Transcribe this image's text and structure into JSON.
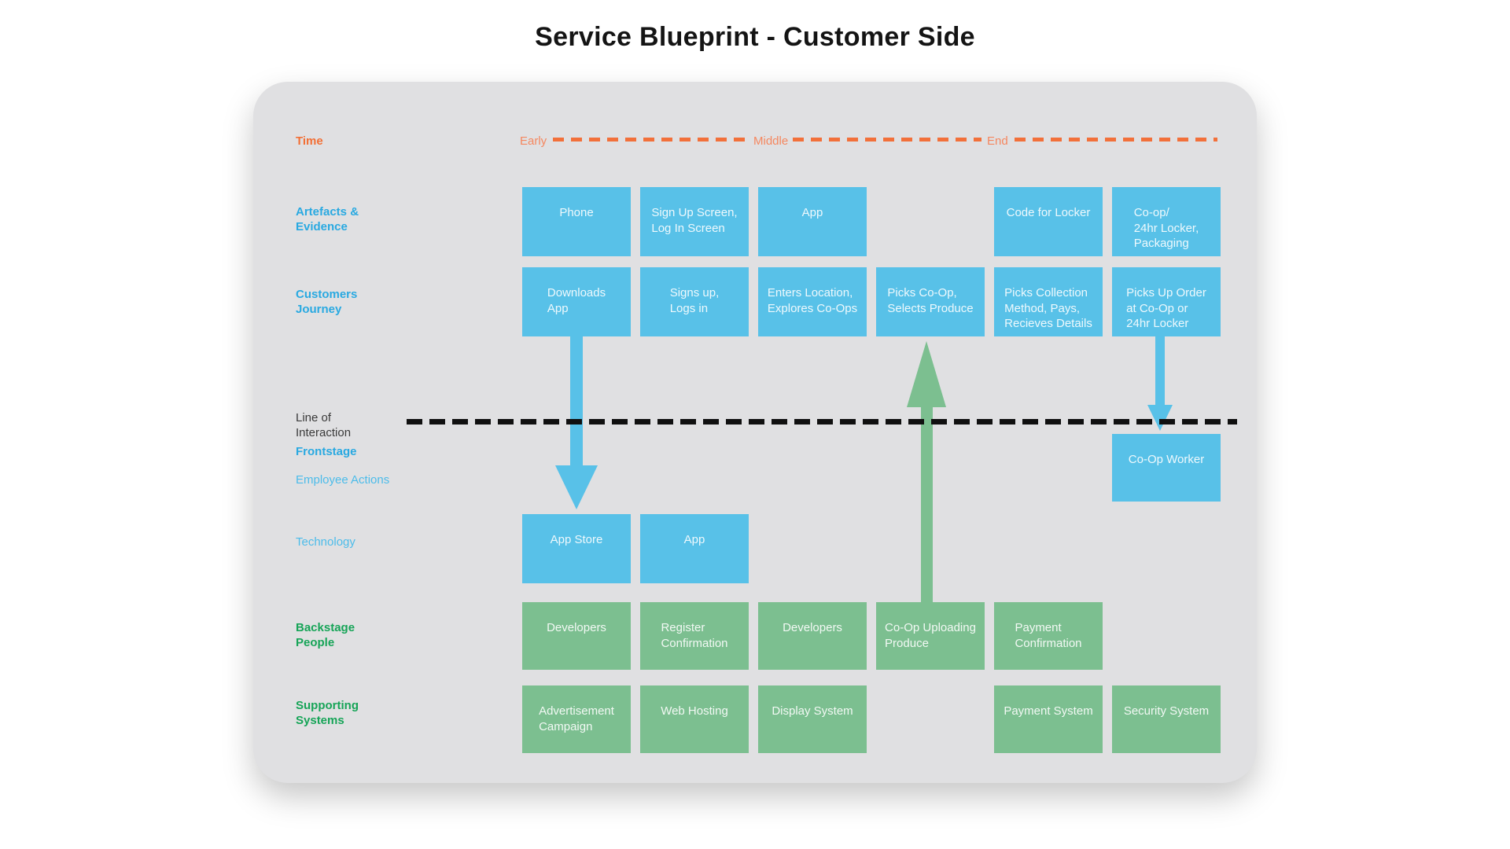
{
  "title": "Service Blueprint - Customer Side",
  "colors": {
    "box_blue": "#58c1e8",
    "box_green": "#7cbf90",
    "time_orange": "#f26f35",
    "time_marker_orange": "#f5875f",
    "dash_orange": "#f2703a",
    "label_blue_bold": "#29a9e1",
    "label_blue_light": "#4cbcea",
    "label_green": "#16a457",
    "label_dark": "#3a3a3a",
    "interaction_line_black": "#101010",
    "panel_gray": "#e0e0e2"
  },
  "time": {
    "label": "Time",
    "markers": [
      "Early",
      "Middle",
      "End"
    ]
  },
  "lanes": {
    "artefacts": {
      "label": "Artefacts &\nEvidence"
    },
    "journey": {
      "label": "Customers\nJourney"
    },
    "interaction": {
      "label": "Line of\nInteraction"
    },
    "frontstage": {
      "label": "Frontstage"
    },
    "employee_actions": {
      "label": "Employee Actions"
    },
    "technology": {
      "label": "Technology"
    },
    "backstage": {
      "label": "Backstage\nPeople"
    },
    "supporting": {
      "label": "Supporting\nSystems"
    }
  },
  "boxes": [
    {
      "id": "phone",
      "lane": "artefacts",
      "col": 1,
      "color": "blue",
      "text": "Phone"
    },
    {
      "id": "signup-login-screen",
      "lane": "artefacts",
      "col": 2,
      "color": "blue",
      "text": "Sign Up Screen,\nLog In Screen"
    },
    {
      "id": "app-artefact",
      "lane": "artefacts",
      "col": 3,
      "color": "blue",
      "text": "App"
    },
    {
      "id": "code-for-locker",
      "lane": "artefacts",
      "col": 5,
      "color": "blue",
      "text": "Code for Locker"
    },
    {
      "id": "coop-locker-packaging",
      "lane": "artefacts",
      "col": 6,
      "color": "blue",
      "text": "Co-op/\n24hr Locker,\nPackaging"
    },
    {
      "id": "downloads-app",
      "lane": "journey",
      "col": 1,
      "color": "blue",
      "text": "Downloads\nApp"
    },
    {
      "id": "signs-up-logs-in",
      "lane": "journey",
      "col": 2,
      "color": "blue",
      "text": "Signs up,\nLogs in"
    },
    {
      "id": "enters-location",
      "lane": "journey",
      "col": 3,
      "color": "blue",
      "text": "Enters Location,\nExplores Co-Ops"
    },
    {
      "id": "picks-coop",
      "lane": "journey",
      "col": 4,
      "color": "blue",
      "text": "Picks Co-Op,\nSelects Produce"
    },
    {
      "id": "picks-collection",
      "lane": "journey",
      "col": 5,
      "color": "blue",
      "text": "Picks Collection\nMethod, Pays,\nRecieves Details"
    },
    {
      "id": "picks-up-order",
      "lane": "journey",
      "col": 6,
      "color": "blue",
      "text": "Picks Up Order\nat Co-Op or\n24hr Locker"
    },
    {
      "id": "coop-worker",
      "lane": "frontstage",
      "col": 6,
      "color": "blue",
      "text": "Co-Op Worker"
    },
    {
      "id": "app-store",
      "lane": "technology",
      "col": 1,
      "color": "blue",
      "text": "App Store"
    },
    {
      "id": "app-technology",
      "lane": "technology",
      "col": 2,
      "color": "blue",
      "text": "App"
    },
    {
      "id": "developers-1",
      "lane": "backstage",
      "col": 1,
      "color": "green",
      "text": "Developers"
    },
    {
      "id": "register-confirmation",
      "lane": "backstage",
      "col": 2,
      "color": "green",
      "text": "Register\nConfirmation"
    },
    {
      "id": "developers-2",
      "lane": "backstage",
      "col": 3,
      "color": "green",
      "text": "Developers"
    },
    {
      "id": "coop-uploading-produce",
      "lane": "backstage",
      "col": 4,
      "color": "green",
      "text": "Co-Op Uploading\nProduce"
    },
    {
      "id": "payment-confirmation",
      "lane": "backstage",
      "col": 5,
      "color": "green",
      "text": "Payment\nConfirmation"
    },
    {
      "id": "advertisement-campaign",
      "lane": "supporting",
      "col": 1,
      "color": "green",
      "text": "Advertisement\nCampaign"
    },
    {
      "id": "web-hosting",
      "lane": "supporting",
      "col": 2,
      "color": "green",
      "text": "Web Hosting"
    },
    {
      "id": "display-system",
      "lane": "supporting",
      "col": 3,
      "color": "green",
      "text": "Display System"
    },
    {
      "id": "payment-system",
      "lane": "supporting",
      "col": 5,
      "color": "green",
      "text": "Payment System"
    },
    {
      "id": "security-system",
      "lane": "supporting",
      "col": 6,
      "color": "green",
      "text": "Security System"
    }
  ],
  "arrows": [
    {
      "id": "customer-to-appstore",
      "color": "blue",
      "direction": "down",
      "from": "downloads-app",
      "to": "app-store"
    },
    {
      "id": "backstage-to-customer",
      "color": "green",
      "direction": "up",
      "from": "coop-uploading-produce",
      "to": "picks-coop"
    },
    {
      "id": "customer-to-worker",
      "color": "blue",
      "direction": "down",
      "from": "picks-up-order",
      "to": "coop-worker"
    }
  ]
}
